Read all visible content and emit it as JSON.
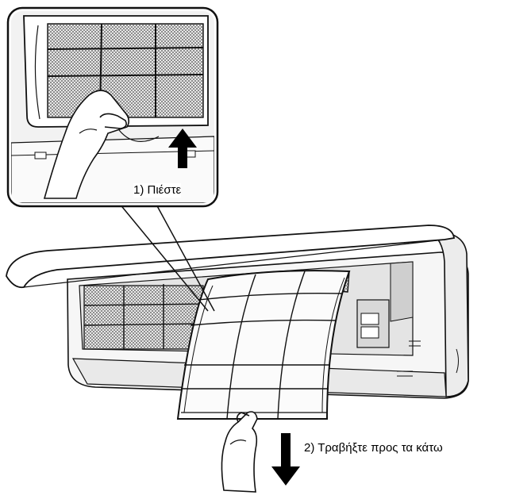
{
  "steps": [
    {
      "label": "1) Πιέστε",
      "arrow": "up"
    },
    {
      "label": "2) Τραβήξτε προς τα κάτω",
      "arrow": "down"
    }
  ],
  "colors": {
    "line": "#111111",
    "panel_fill": "#f4f4f4",
    "mesh_fill": "#9a9a9a",
    "arrow": "#000000",
    "background": "#ffffff"
  },
  "icons": [
    "up-arrow-icon",
    "down-arrow-icon",
    "hand-press-icon",
    "hand-pull-icon"
  ]
}
